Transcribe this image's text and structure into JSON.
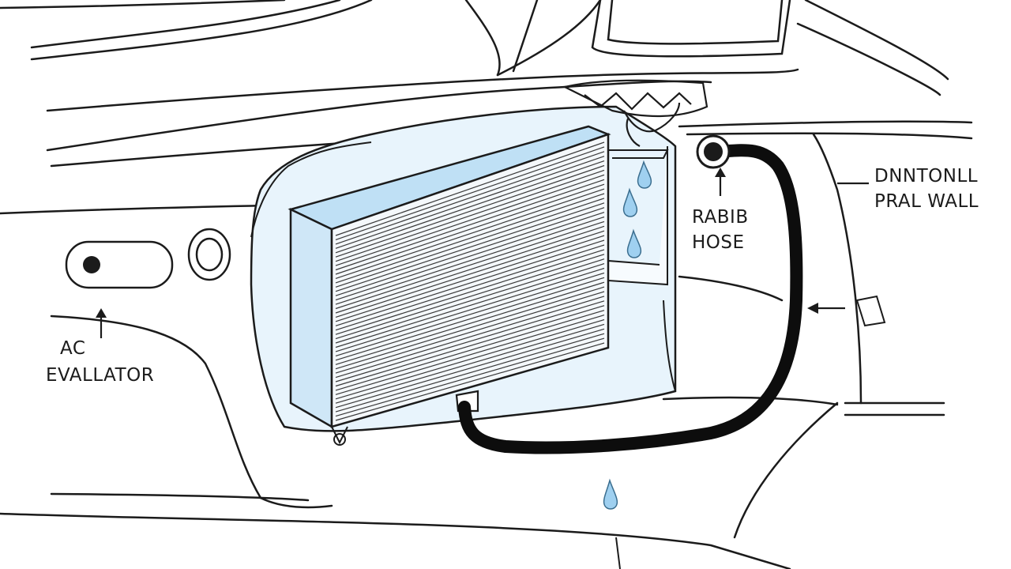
{
  "labels": {
    "evaporator_line1": "AC",
    "evaporator_line2": "EVALLATOR",
    "hose_line1": "RABIB",
    "hose_line2": "HOSE",
    "firewall_line1": "DNNTONLL",
    "firewall_line2": "PRAL WALL"
  },
  "colors": {
    "line": "#1b1b1b",
    "evaporator_fill": "#bfe0f5",
    "glow": "#e3f2fb",
    "water": "#9fd0f0",
    "hose": "#0d0d0d"
  }
}
